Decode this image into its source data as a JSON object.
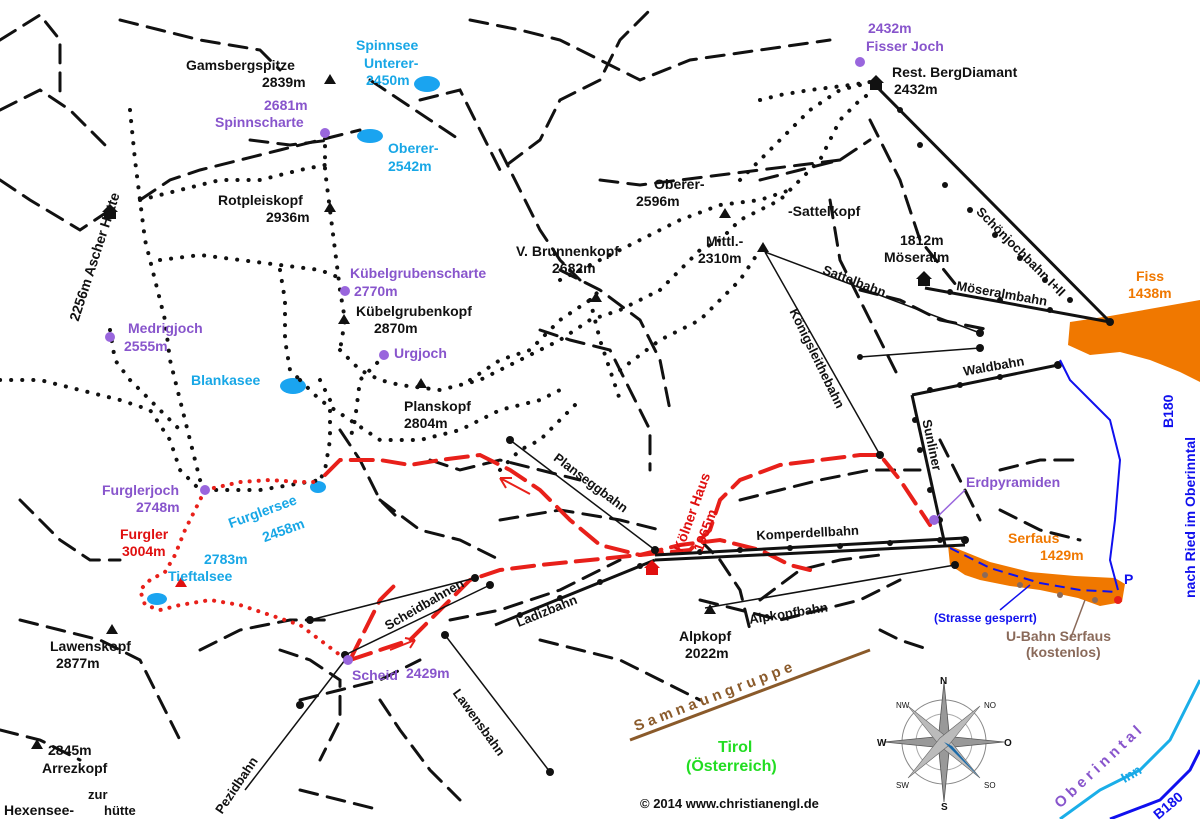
{
  "colors": {
    "trail": "#111111",
    "route": "#e8201a",
    "lake": "#1aa4f0",
    "town": "#f07800",
    "road": "#1010ee",
    "waypoint": "#9966dd",
    "river": "#1aaee8",
    "ubahn": "#8a6a5a"
  },
  "icons": [
    "peak-icon",
    "hut-icon",
    "waypoint-icon",
    "lake-icon",
    "compass-icon",
    "parking-icon"
  ],
  "peaks": {
    "gamsbergspitze": {
      "name": "Gamsbergspitze",
      "elev": "2839m"
    },
    "rotpleiskopf": {
      "name": "Rotpleiskopf",
      "elev": "2936m"
    },
    "kuebelgrubenkopf": {
      "name": "Kübelgrubenkopf",
      "elev": "2870m"
    },
    "planskopf": {
      "name": "Planskopf",
      "elev": "2804m"
    },
    "v_brunnenkopf": {
      "name": "V. Brunnenkopf",
      "elev": "2682m"
    },
    "oberer_sattelkopf": {
      "name": "Oberer-",
      "elev": "2596m"
    },
    "sattelkopf": "-Sattelkopf",
    "mittl_sattelkopf": {
      "name": "Mittl.-",
      "elev": "2310m"
    },
    "lawenskopf": {
      "name": "Lawenskopf",
      "elev": "2877m"
    },
    "arrezkopf": {
      "name": "Arrezkopf",
      "elev": "2845m"
    },
    "alpkopf": {
      "name": "Alpkopf",
      "elev": "2022m"
    },
    "furgler": {
      "name": "Furgler",
      "elev": "3004m"
    }
  },
  "waypoints": {
    "fisser_joch": {
      "elev": "2432m",
      "name": "Fisser Joch"
    },
    "spinnscharte": {
      "elev": "2681m",
      "name": "Spinnscharte"
    },
    "kuebelgrubenscharte": {
      "name": "Kübelgrubenscharte",
      "elev": "2770m"
    },
    "urgjoch": "Urgjoch",
    "medrigjoch": {
      "name": "Medrigjoch",
      "elev": "2555m"
    },
    "furglerjoch": {
      "name": "Furglerjoch",
      "elev": "2748m"
    },
    "scheid": {
      "name": "Scheid",
      "elev": "2429m"
    },
    "erdpyramiden": "Erdpyramiden"
  },
  "lakes": {
    "spinnsee": "Spinnsee",
    "unterer": "Unterer-",
    "unterer_elev": "2450m",
    "oberer": "Oberer-",
    "oberer_elev": "2542m",
    "blankasee": "Blankasee",
    "furglersee": "Furglersee",
    "furglersee_elev": "2458m",
    "tieftalsee": "Tieftalsee",
    "tieftalsee_elev": "2783m"
  },
  "huts": {
    "rest_bergdiamant": {
      "name": "Rest. BergDiamant",
      "elev": "2432m"
    },
    "moeseralm": {
      "elev": "1812m",
      "name": "Möseralm"
    },
    "ascher_huette": "2256m Ascher Hütte",
    "koelner_haus": "Kölner Haus",
    "koelner_haus_elev": "1965m"
  },
  "towns": {
    "fiss": {
      "name": "Fiss",
      "elev": "1438m"
    },
    "serfaus": {
      "name": "Serfaus",
      "elev": "1429m"
    }
  },
  "lifts": {
    "schoenjochbahn": "Schönjochbahn I+II",
    "moeseralmbahn": "Möseralmbahn",
    "sattelbahn": "Sattelbahn",
    "koenigsleithebahn": "Königsleithebahn",
    "waldbahn": "Waldbahn",
    "sunliner": "Sunliner",
    "planseggbahn": "Planseggbahn",
    "komperdellbahn": "Komperdellbahn",
    "ladizbahn": "Ladizbahn",
    "scheidbahnen": "Scheidbahnen",
    "alpkopfbahn": "Alpkopfbahn",
    "lawensbahn": "Lawensbahn",
    "pezidbahn": "Pezidbahn"
  },
  "roads": {
    "b180_vertical": "B180",
    "nach_ried": "nach Ried im Oberinntal",
    "strasse_gesperrt": "(Strasse gesperrt)",
    "b180_corner": "B180"
  },
  "ubahn": {
    "name": "U-Bahn Serfaus",
    "note": "(kostenlos)"
  },
  "parking": "P",
  "region": {
    "name": "S a m n a u n g r u p p e",
    "state": "Tirol",
    "country": "(Österreich)"
  },
  "rivers": {
    "inn": "Inn",
    "oberinntal": "O b e r i n n t a l"
  },
  "compass": {
    "n": "N",
    "s": "S",
    "w": "W",
    "o": "O",
    "nw": "NW",
    "no": "NO",
    "sw": "SW",
    "so": "SO"
  },
  "misc": {
    "zur": "zur",
    "hexensee": "Hexensee-",
    "huette": "hütte",
    "copyright": "© 2014 www.christianengl.de"
  }
}
